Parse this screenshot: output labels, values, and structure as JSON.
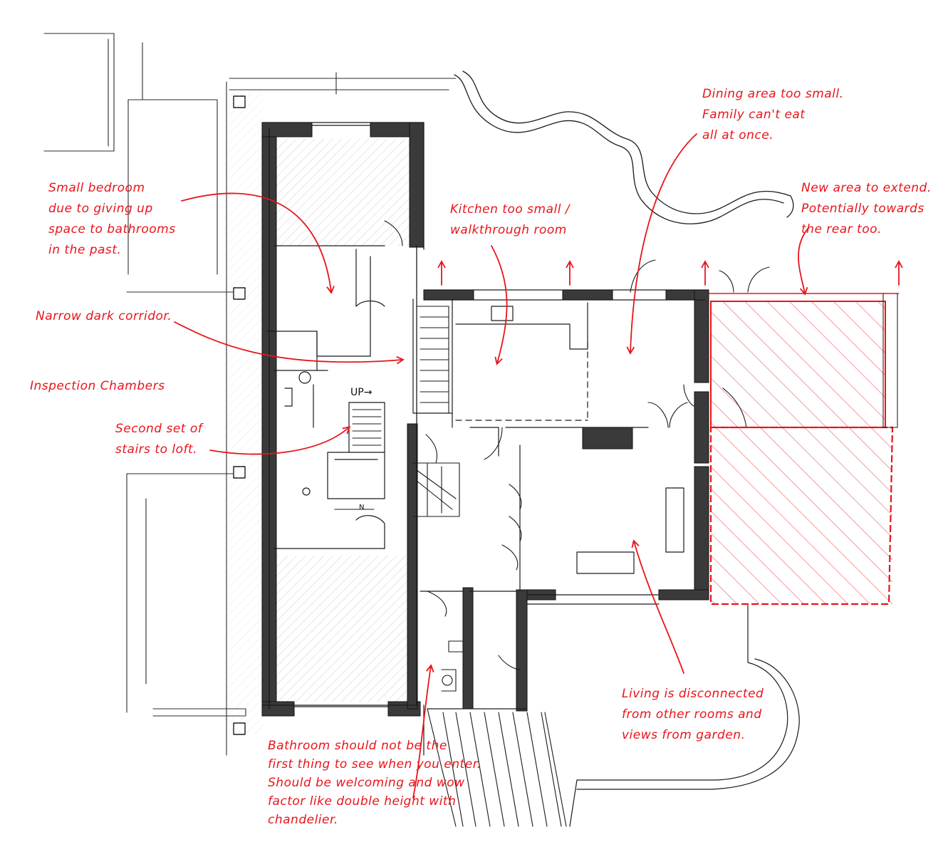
{
  "annotations": {
    "small_bedroom": "Small bedroom\ndue to giving up\nspace to bathrooms\nin the past.",
    "narrow_corridor": "Narrow dark corridor.",
    "inspection_chambers": "Inspection Chambers",
    "second_stairs": "Second set of\nstairs to loft.",
    "kitchen": "Kitchen too small /\nwalkthrough room",
    "dining": "Dining area too small.\nFamily can't eat\nall at once.",
    "new_area": "New area to extend.\nPotentially towards\nthe rear too.",
    "living": "Living is disconnected\nfrom other rooms and\nviews from garden.",
    "bathroom": "Bathroom should not be the\nfirst thing to see when you enter.\nShould be welcoming and wow\nfactor like double height with\nchandelier."
  },
  "plan_labels": {
    "stair_up": "UP→",
    "stair_n": "N"
  },
  "colors": {
    "annotation": "#e8141b",
    "ink": "#1a1a1a",
    "wall_fill": "#3a3a3a",
    "extension_hatch": "#e8141b"
  }
}
